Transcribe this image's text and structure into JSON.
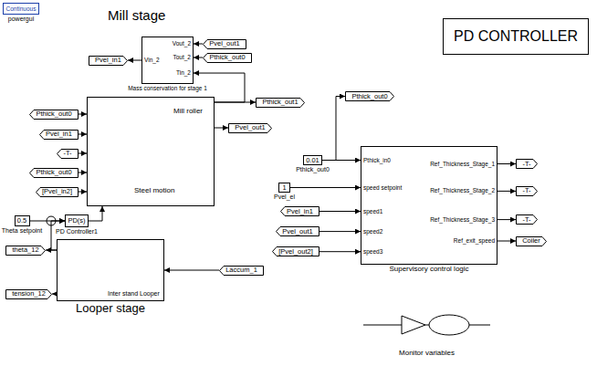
{
  "diagram": {
    "nodes": [
      {
        "text": [
          "Continuous",
          "powergui"
        ]
      },
      {
        "text": [
          "PD CONTROLLER"
        ]
      },
      {
        "text": [
          "Vin_2",
          "Vout_2",
          "Tout_2",
          "Tin_2",
          "Mass conservation for stage 1"
        ]
      },
      {
        "text": [
          "Pvel_in1"
        ]
      },
      {
        "text": [
          "Pvel_out1"
        ]
      },
      {
        "text": [
          "Pthick_out0"
        ]
      },
      {
        "text": [
          "Pthick_out1"
        ]
      },
      {
        "text": [
          "Mill roller",
          "Steel motion"
        ]
      },
      {
        "text": [
          "Pthick_out0"
        ]
      },
      {
        "text": [
          "Pvel_in1"
        ]
      },
      {
        "text": [
          "-T-"
        ]
      },
      {
        "text": [
          "Pthick_out0"
        ]
      },
      {
        "text": [
          "[Pvel_in2]"
        ]
      },
      {
        "text": [
          "Pvel_out1"
        ]
      },
      {
        "text": [
          "0.5",
          "Theta setpoint"
        ]
      },
      {
        "text": [
          "PD(s)",
          "PD Controller1"
        ]
      },
      {
        "text": [
          "theta_12"
        ]
      },
      {
        "text": [
          "tension_12"
        ]
      },
      {
        "text": [
          "Inter stand Looper",
          "Looper stage"
        ]
      },
      {
        "text": [
          "Laccum_1"
        ]
      },
      {
        "text": [
          "Pthick_out0"
        ]
      },
      {
        "text": [
          "0.01",
          "Pthick_out0"
        ]
      },
      {
        "text": [
          "1",
          "Pvel_el"
        ]
      },
      {
        "text": [
          "Pvel_in1"
        ]
      },
      {
        "text": [
          "Pvel_out1"
        ]
      },
      {
        "text": [
          "[Pvel_out2]"
        ]
      },
      {
        "text": [
          "Pthick_in0",
          "speed setpoint",
          "speed1",
          "speed2",
          "speed3",
          "Ref_Thickness_Stage_1",
          "Ref_Thickness_Stage_2",
          "Ref_Thickness_Stage_3",
          "Ref_exit_speed",
          "Supervisory control logic"
        ]
      },
      {
        "text": [
          "-T-"
        ]
      },
      {
        "text": [
          "-T-"
        ]
      },
      {
        "text": [
          "-T-"
        ]
      },
      {
        "text": [
          "Coiler"
        ]
      },
      {
        "text": [
          "Monitor variables"
        ]
      }
    ],
    "edges": [
      {
        "from": 2,
        "to": 3,
        "arrow": "to"
      },
      {
        "from": 4,
        "to": 2,
        "arrow": "to"
      },
      {
        "from": 5,
        "to": 2,
        "arrow": "to"
      },
      {
        "from": 7,
        "to": 6,
        "arrow": "to"
      },
      {
        "from": 7,
        "to": 2,
        "arrow": "to"
      },
      {
        "from": 8,
        "to": 7,
        "arrow": "to"
      },
      {
        "from": 9,
        "to": 7,
        "arrow": "to"
      },
      {
        "from": 10,
        "to": 7,
        "arrow": "to"
      },
      {
        "from": 11,
        "to": 7,
        "arrow": "to"
      },
      {
        "from": 12,
        "to": 7,
        "arrow": "to"
      },
      {
        "from": 7,
        "to": 13,
        "arrow": "to"
      },
      {
        "from": 14,
        "to": 15,
        "arrow": "to"
      },
      {
        "from": 15,
        "to": 7,
        "arrow": "to"
      },
      {
        "from": 18,
        "to": 16,
        "arrow": "to"
      },
      {
        "from": 18,
        "to": 15,
        "arrow": "to"
      },
      {
        "from": 18,
        "to": 17,
        "arrow": "to"
      },
      {
        "from": 19,
        "to": 18,
        "arrow": "to"
      },
      {
        "from": 21,
        "to": 26,
        "arrow": "to"
      },
      {
        "from": 21,
        "to": 20,
        "arrow": "to"
      },
      {
        "from": 22,
        "to": 26,
        "arrow": "to"
      },
      {
        "from": 23,
        "to": 26,
        "arrow": "to"
      },
      {
        "from": 24,
        "to": 26,
        "arrow": "to"
      },
      {
        "from": 25,
        "to": 26,
        "arrow": "to"
      },
      {
        "from": 26,
        "to": 27,
        "arrow": "to"
      },
      {
        "from": 26,
        "to": 28,
        "arrow": "to"
      },
      {
        "from": 26,
        "to": 29,
        "arrow": "to"
      },
      {
        "from": 26,
        "to": 30,
        "arrow": "to"
      }
    ],
    "labels": [
      "Mill stage"
    ]
  }
}
